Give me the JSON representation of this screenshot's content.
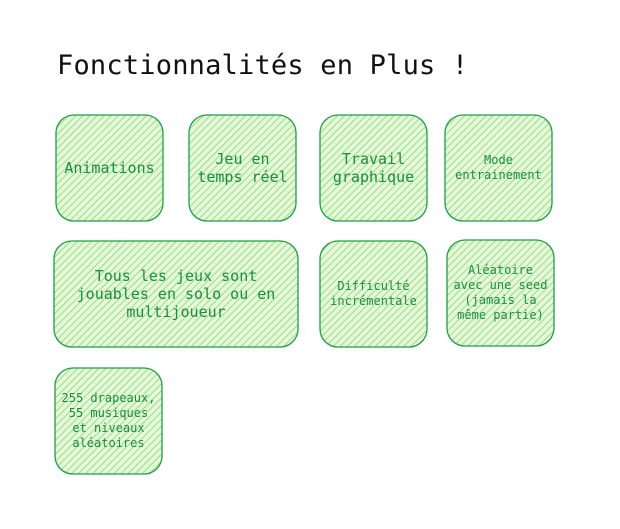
{
  "title": "Fonctionnalités en Plus !",
  "colors": {
    "stroke": "#1e9e45",
    "fill": "#d9f5c9",
    "hatch": "#7fd36a",
    "text": "#1a8f3c"
  },
  "cards": [
    {
      "id": "animations",
      "label": "Animations"
    },
    {
      "id": "temps-reel",
      "label": "Jeu en\ntemps réel"
    },
    {
      "id": "travail-graphique",
      "label": "Travail\ngraphique"
    },
    {
      "id": "mode-entrainement",
      "label": "Mode\nentrainement"
    },
    {
      "id": "solo-multijoueur",
      "label": "Tous les jeux sont\njouables en solo ou en\nmultijoueur"
    },
    {
      "id": "difficulte",
      "label": "Difficulté\nincrémentale"
    },
    {
      "id": "aleatoire-seed",
      "label": "Aléatoire\navec une seed\n(jamais la\nmême partie)"
    },
    {
      "id": "contenu",
      "label": "255 drapeaux,\n55 musiques\net niveaux\naléatoires"
    }
  ]
}
